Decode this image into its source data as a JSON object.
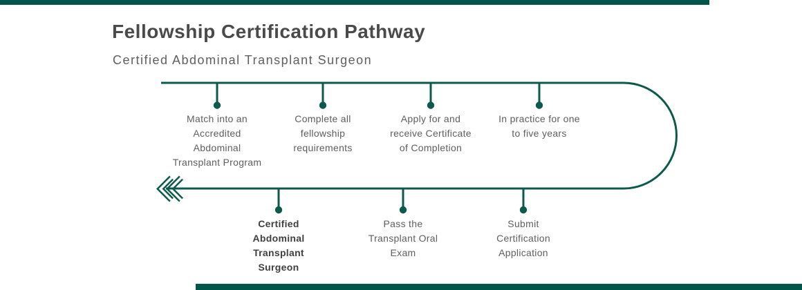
{
  "header": {
    "title": "Fellowship Certification Pathway",
    "subtitle": "Certified Abdominal Transplant Surgeon"
  },
  "colors": {
    "bar_green": "#00564A",
    "line_green": "#0B5A4B",
    "title_text": "#4A4A4A",
    "body_text": "#5E5E5E",
    "bold_text": "#3F3F3F",
    "background": "#FFFFFF"
  },
  "pathway": {
    "arrow_icon": "double-chevron-left",
    "top_steps": [
      {
        "lines": [
          "Match into an",
          "Accredited",
          "Abdominal",
          "Transplant Program"
        ],
        "emphasis": false
      },
      {
        "lines": [
          "Complete all",
          "fellowship",
          "requirements"
        ],
        "emphasis": false
      },
      {
        "lines": [
          "Apply for and",
          "receive Certificate",
          "of Completion"
        ],
        "emphasis": false
      },
      {
        "lines": [
          "In practice for one",
          "to five years"
        ],
        "emphasis": false
      }
    ],
    "bottom_steps": [
      {
        "lines": [
          "Certified",
          "Abdominal",
          "Transplant",
          "Surgeon"
        ],
        "emphasis": true
      },
      {
        "lines": [
          "Pass the",
          "Transplant Oral",
          "Exam"
        ],
        "emphasis": false
      },
      {
        "lines": [
          "Submit",
          "Certification",
          "Application"
        ],
        "emphasis": false
      }
    ]
  }
}
